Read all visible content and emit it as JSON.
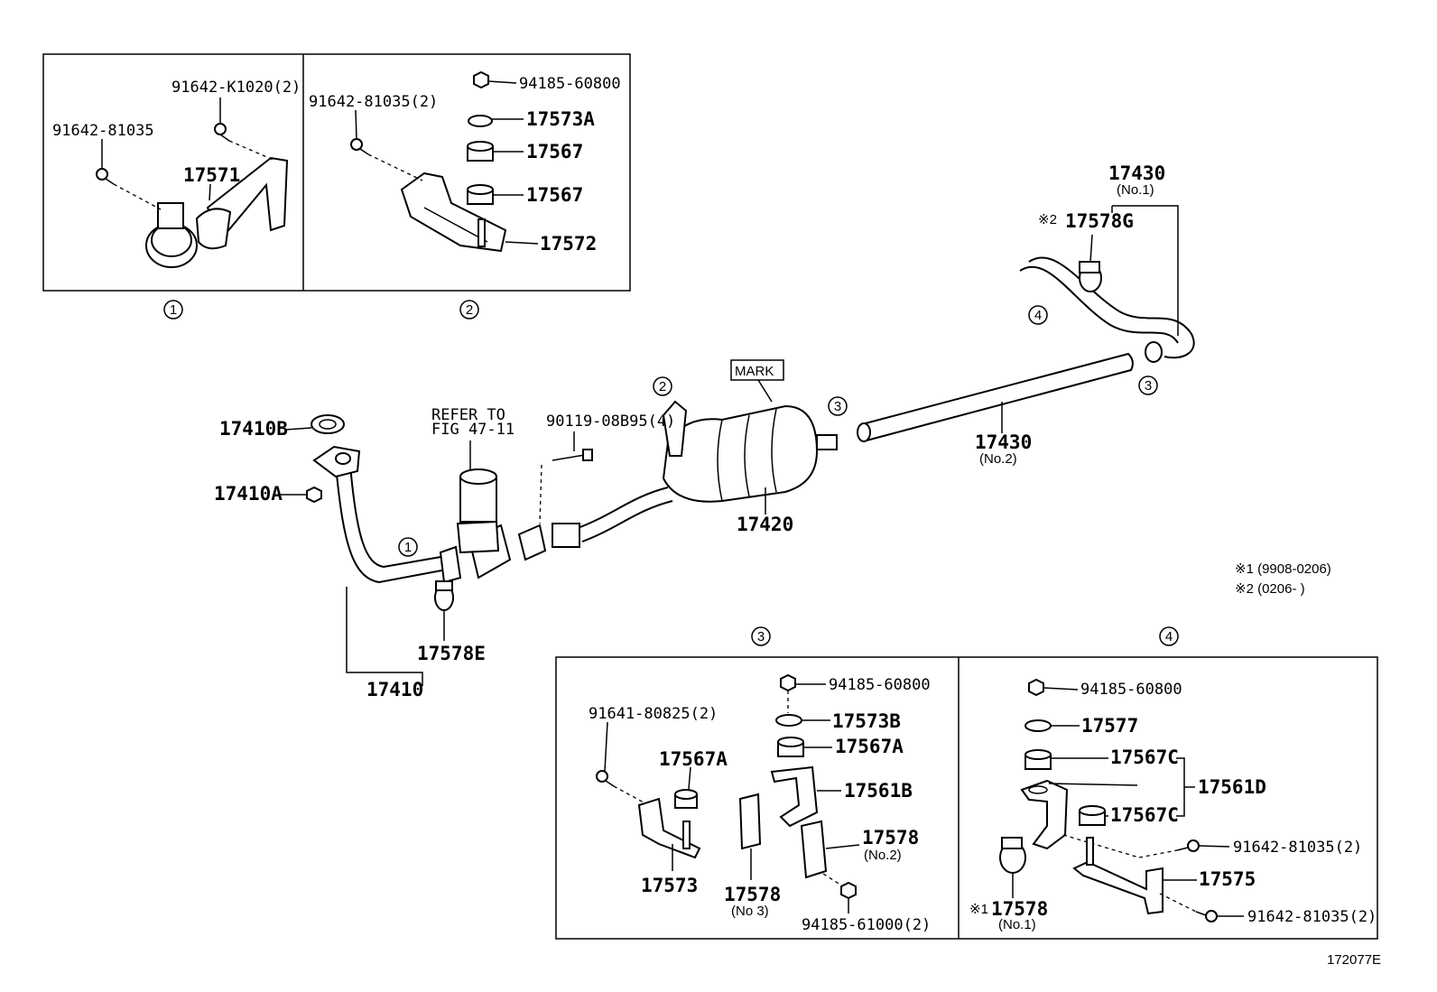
{
  "figure_id": "172077E",
  "notes": {
    "n1": "※1 (9908-0206)",
    "n2": "※2 (0206-        )"
  },
  "mark_label": "MARK",
  "refer": {
    "line1": "REFER TO",
    "line2": "FIG 47-11"
  },
  "detail_labels": {
    "d1": "1",
    "d2": "2",
    "d3": "3",
    "d4": "4"
  },
  "detail1": {
    "bolt_a": "91642-K1020(2)",
    "bolt_b": "91642-81035",
    "bracket": "17571"
  },
  "detail2": {
    "bolt": "91642-81035(2)",
    "nut": "94185-60800",
    "washer": "17573A",
    "cushion_a": "17567",
    "cushion_b": "17567",
    "bracket": "17572"
  },
  "main": {
    "tailpipe_no1": "17430",
    "tailpipe_no1_sub": "(No.1)",
    "clamp_g_mark": "※2",
    "clamp_g": "17578G",
    "tailpipe_no2": "17430",
    "tailpipe_no2_sub": "(No.2)",
    "gasket": "17410B",
    "gasket_a": "17410A",
    "bolt": "90119-08B95(4)",
    "muffler": "17420",
    "clamp_e": "17578E",
    "front_pipe": "17410"
  },
  "detail3": {
    "bolt": "91641-80825(2)",
    "nut": "94185-60800",
    "washer": "17573B",
    "cushion_a": "17567A",
    "cushion_b": "17567A",
    "bracket_b": "17561B",
    "clamp_no2": "17578",
    "clamp_no2_sub": "(No.2)",
    "bracket": "17573",
    "clamp_no3": "17578",
    "clamp_no3_sub": "(No 3)",
    "nut2": "94185-61000(2)"
  },
  "detail4": {
    "nut": "94185-60800",
    "washer": "17577",
    "cushion_a": "17567C",
    "cushion_b": "17567C",
    "bracket_d": "17561D",
    "bolt_a": "91642-81035(2)",
    "bracket": "17575",
    "bolt_b": "91642-81035(2)",
    "clamp_mark": "※1",
    "clamp": "17578",
    "clamp_sub": "(No.1)"
  }
}
